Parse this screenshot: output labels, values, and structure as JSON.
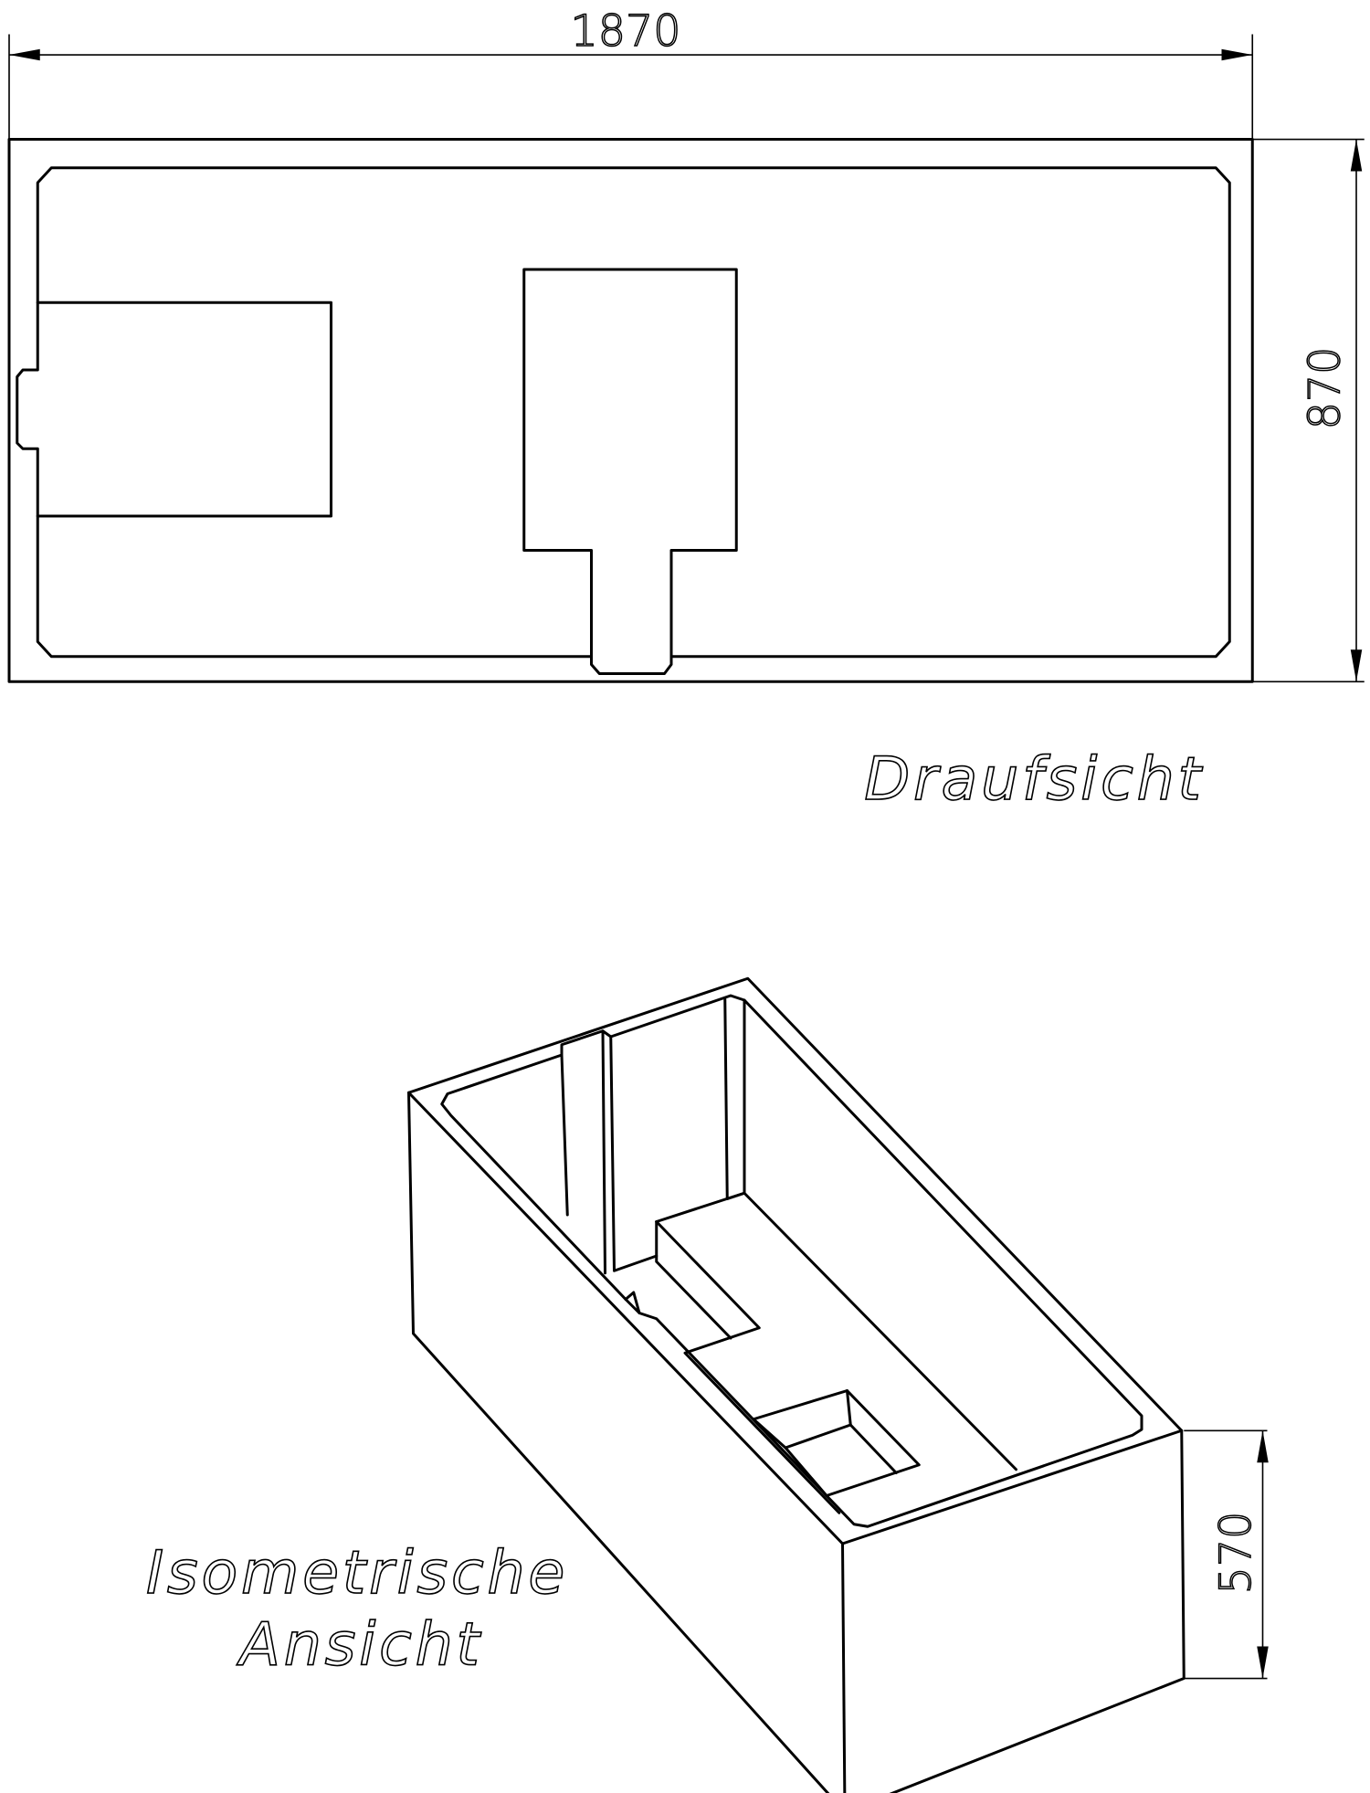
{
  "top_view": {
    "title": "Draufsicht",
    "dimension_length": "1870",
    "dimension_width": "870"
  },
  "iso_view": {
    "title_line1": "Isometrische",
    "title_line2": "Ansicht",
    "dimension_height": "570"
  }
}
